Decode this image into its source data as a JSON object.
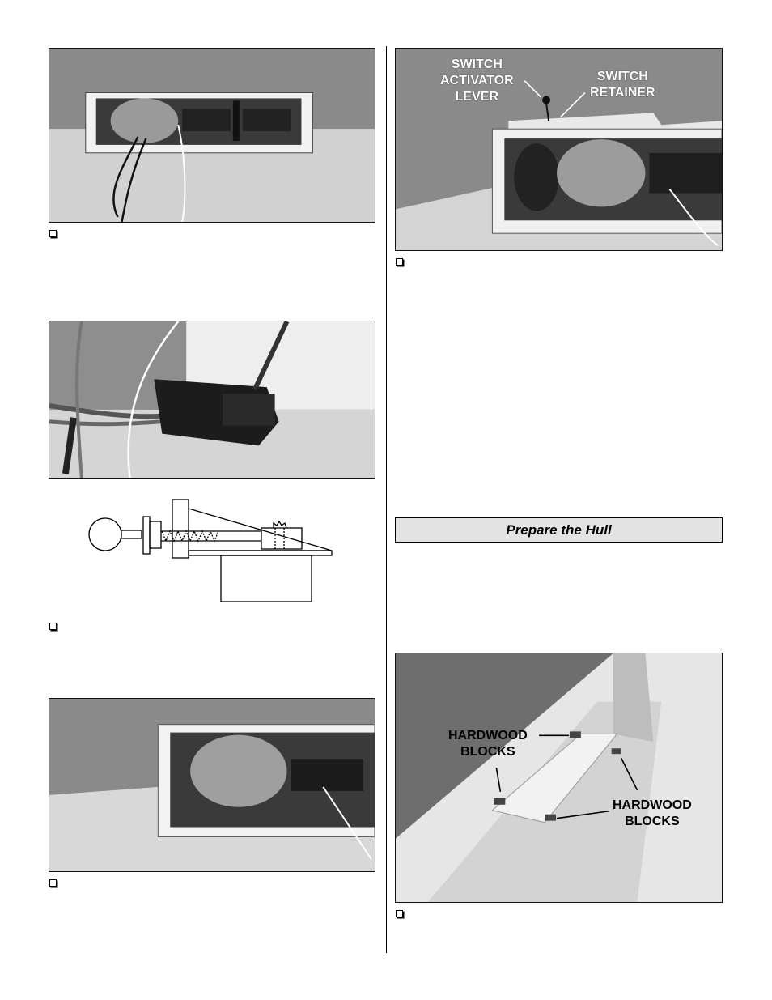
{
  "photos": {
    "radio_box_top": {
      "alt": "radio box"
    },
    "switch_photo": {
      "callouts": {
        "switch_activator_lever": "SWITCH\nACTIVATOR\nLEVER",
        "switch_retainer": "SWITCH\nRETAINER"
      }
    },
    "hull_photo": {
      "callouts": {
        "hardwood_blocks_left": "HARDWOOD\nBLOCKS",
        "hardwood_blocks_right": "HARDWOOD\nBLOCKS"
      }
    }
  },
  "section": {
    "title": "Prepare the Hull"
  },
  "colors": {
    "header_bg": "#e3e3e3",
    "border": "#000000"
  }
}
